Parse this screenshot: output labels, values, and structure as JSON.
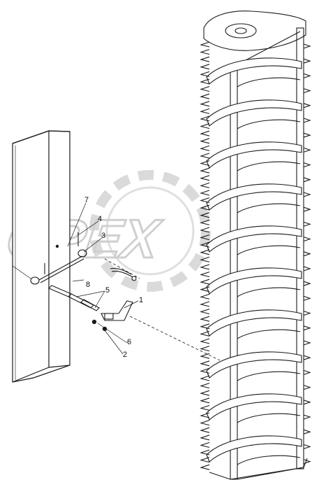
{
  "watermark": {
    "text": "OPEX",
    "color": "#cfcfcf"
  },
  "callouts": [
    {
      "id": "callout-1",
      "text": "1"
    },
    {
      "id": "callout-2",
      "text": "2"
    },
    {
      "id": "callout-3",
      "text": "3"
    },
    {
      "id": "callout-4",
      "text": "4"
    },
    {
      "id": "callout-5",
      "text": "5"
    },
    {
      "id": "callout-6",
      "text": "6"
    },
    {
      "id": "callout-7",
      "text": "7"
    },
    {
      "id": "callout-8",
      "text": "8"
    }
  ],
  "colors": {
    "line": "#1a1a1a",
    "background": "#ffffff"
  }
}
